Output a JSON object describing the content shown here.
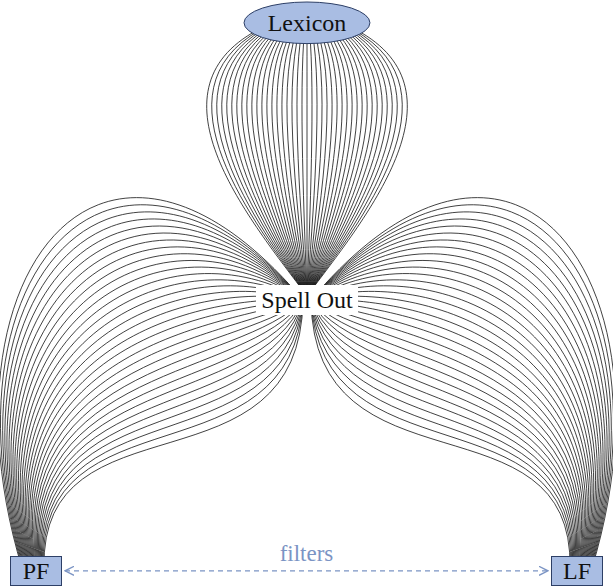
{
  "diagram": {
    "nodes": [
      {
        "text": [
          "Lexicon"
        ]
      },
      {
        "text": [
          "PF"
        ]
      },
      {
        "text": [
          "LF"
        ]
      }
    ],
    "edges": [
      {
        "from": 1,
        "to": 2,
        "arrow": "both",
        "label": "filters"
      }
    ],
    "labels": [
      "Spell Out"
    ]
  }
}
